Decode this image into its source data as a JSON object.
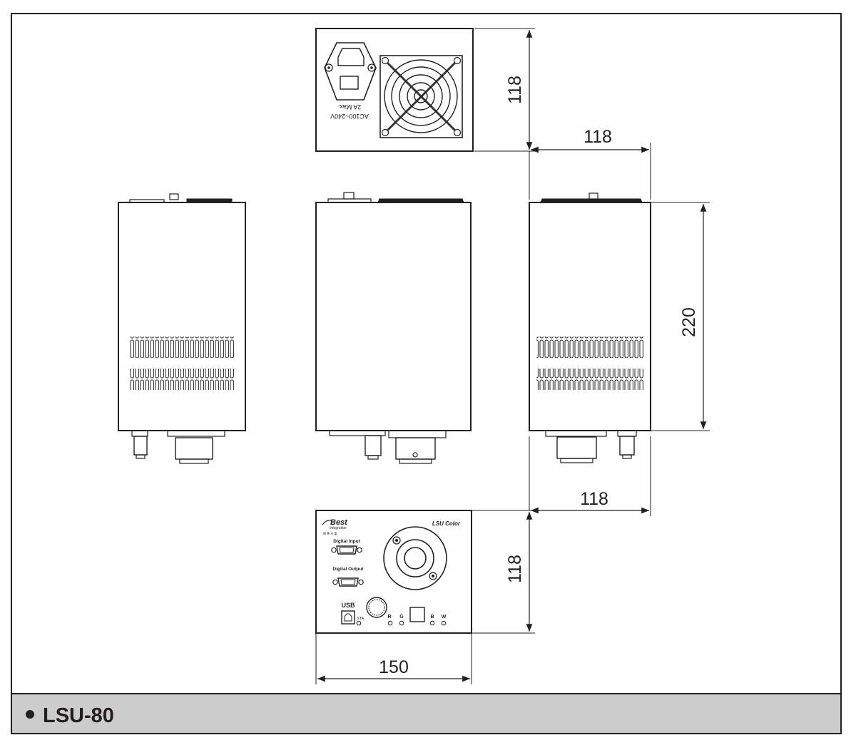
{
  "dimensions": {
    "top_view_height": "118",
    "top_view_width": "118",
    "side_view_height": "220",
    "bottom_view_width": "118",
    "bottom_view_height": "118",
    "bottom_view_length": "150"
  },
  "rear_panel": {
    "voltage_label": "AC100~240V",
    "current_label": "2A Max."
  },
  "front_panel": {
    "brand": "Best",
    "brand_sub": "Integration",
    "brand_tiny": "標 準 光 電",
    "model_name": "LSU Color",
    "digital_input_label": "Digital Input",
    "digital_output_label": "Digital Output",
    "usb_label": "USB",
    "sta_label": "STA",
    "r_label": "R",
    "g_label": "G",
    "b_label": "B",
    "w_label": "W"
  },
  "footer": {
    "model": "LSU-80"
  },
  "colors": {
    "line": "#231f20",
    "footer_bg": "#cccccc",
    "panel_bg": "#ffffff"
  }
}
